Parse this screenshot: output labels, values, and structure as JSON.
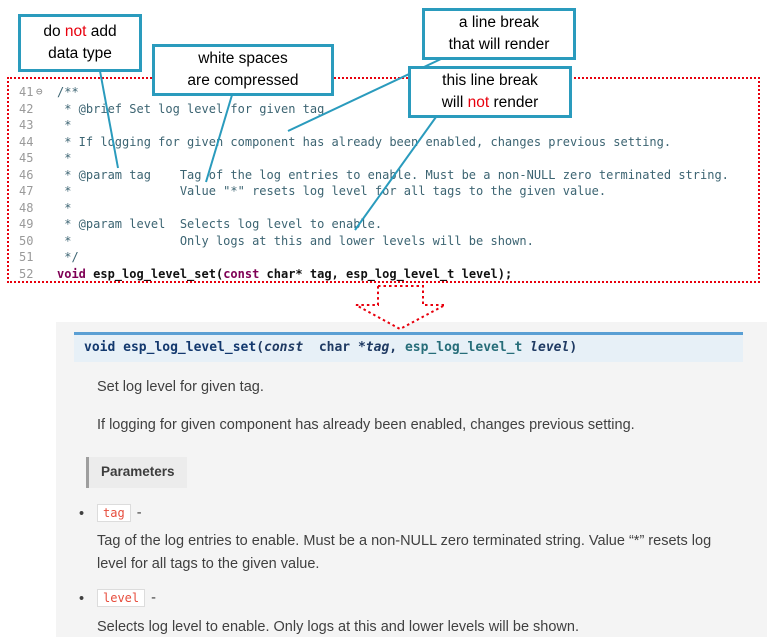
{
  "colors": {
    "accent_teal": "#2a9bbd",
    "alert_red": "#e8000d",
    "code_keyword_purple": "#7f0055",
    "comment_teal": "#3c6472",
    "signature_border_blue": "#5a9fd4",
    "param_name_red": "#e74c3c",
    "docs_background": "#f4f4f4"
  },
  "callouts": {
    "no_datatype": {
      "line1_a": "do ",
      "line1_not": "not",
      "line1_b": " add",
      "line2": "data type"
    },
    "whitespace": {
      "line1": "white spaces",
      "line2": "are  compressed"
    },
    "break_renders": {
      "line1": "a line break",
      "line2": "that will render"
    },
    "break_not_render": {
      "line1": "this line break",
      "line2_a": "will ",
      "line2_not": "not",
      "line2_b": " render"
    }
  },
  "code": {
    "lines": [
      {
        "num": "41",
        "fold": "⊖",
        "text": "/**"
      },
      {
        "num": "42",
        "text": " * @brief Set log level for given tag"
      },
      {
        "num": "43",
        "text": " *"
      },
      {
        "num": "44",
        "text": " * If logging for given component has already been enabled, changes previous setting."
      },
      {
        "num": "45",
        "text": " *"
      },
      {
        "num": "46",
        "text": " * @param tag    Tag of the log entries to enable. Must be a non-NULL zero terminated string."
      },
      {
        "num": "47",
        "text": " *               Value \"*\" resets log level for all tags to the given value."
      },
      {
        "num": "48",
        "text": " *"
      },
      {
        "num": "49",
        "text": " * @param level  Selects log level to enable."
      },
      {
        "num": "50",
        "text": " *               Only logs at this and lower levels will be shown."
      },
      {
        "num": "51",
        "text": " */"
      }
    ],
    "line52": {
      "num": "52",
      "kw1": "void",
      "name": " esp_log_level_set(",
      "kw2": "const",
      "rest": " char* tag, esp_log_level_t level);"
    }
  },
  "docs": {
    "signature": {
      "kw": "void ",
      "name": "esp_log_level_set",
      "open": "(",
      "const_kw": "const",
      "type1": "  char *",
      "arg1": "tag",
      "comma": ", ",
      "type2": "esp_log_level_t ",
      "arg2": "level",
      "close": ")"
    },
    "brief": "Set log level for given tag.",
    "details": "If logging for given component has already been enabled, changes previous setting.",
    "parameters_label": "Parameters",
    "params": [
      {
        "name": "tag",
        "dash": "-",
        "desc": "Tag of the log entries to enable. Must be a non-NULL zero terminated string. Value “*” resets log level for all tags to the given value."
      },
      {
        "name": "level",
        "dash": "-",
        "desc": "Selects log level to enable. Only logs at this and lower levels will be shown."
      }
    ]
  }
}
